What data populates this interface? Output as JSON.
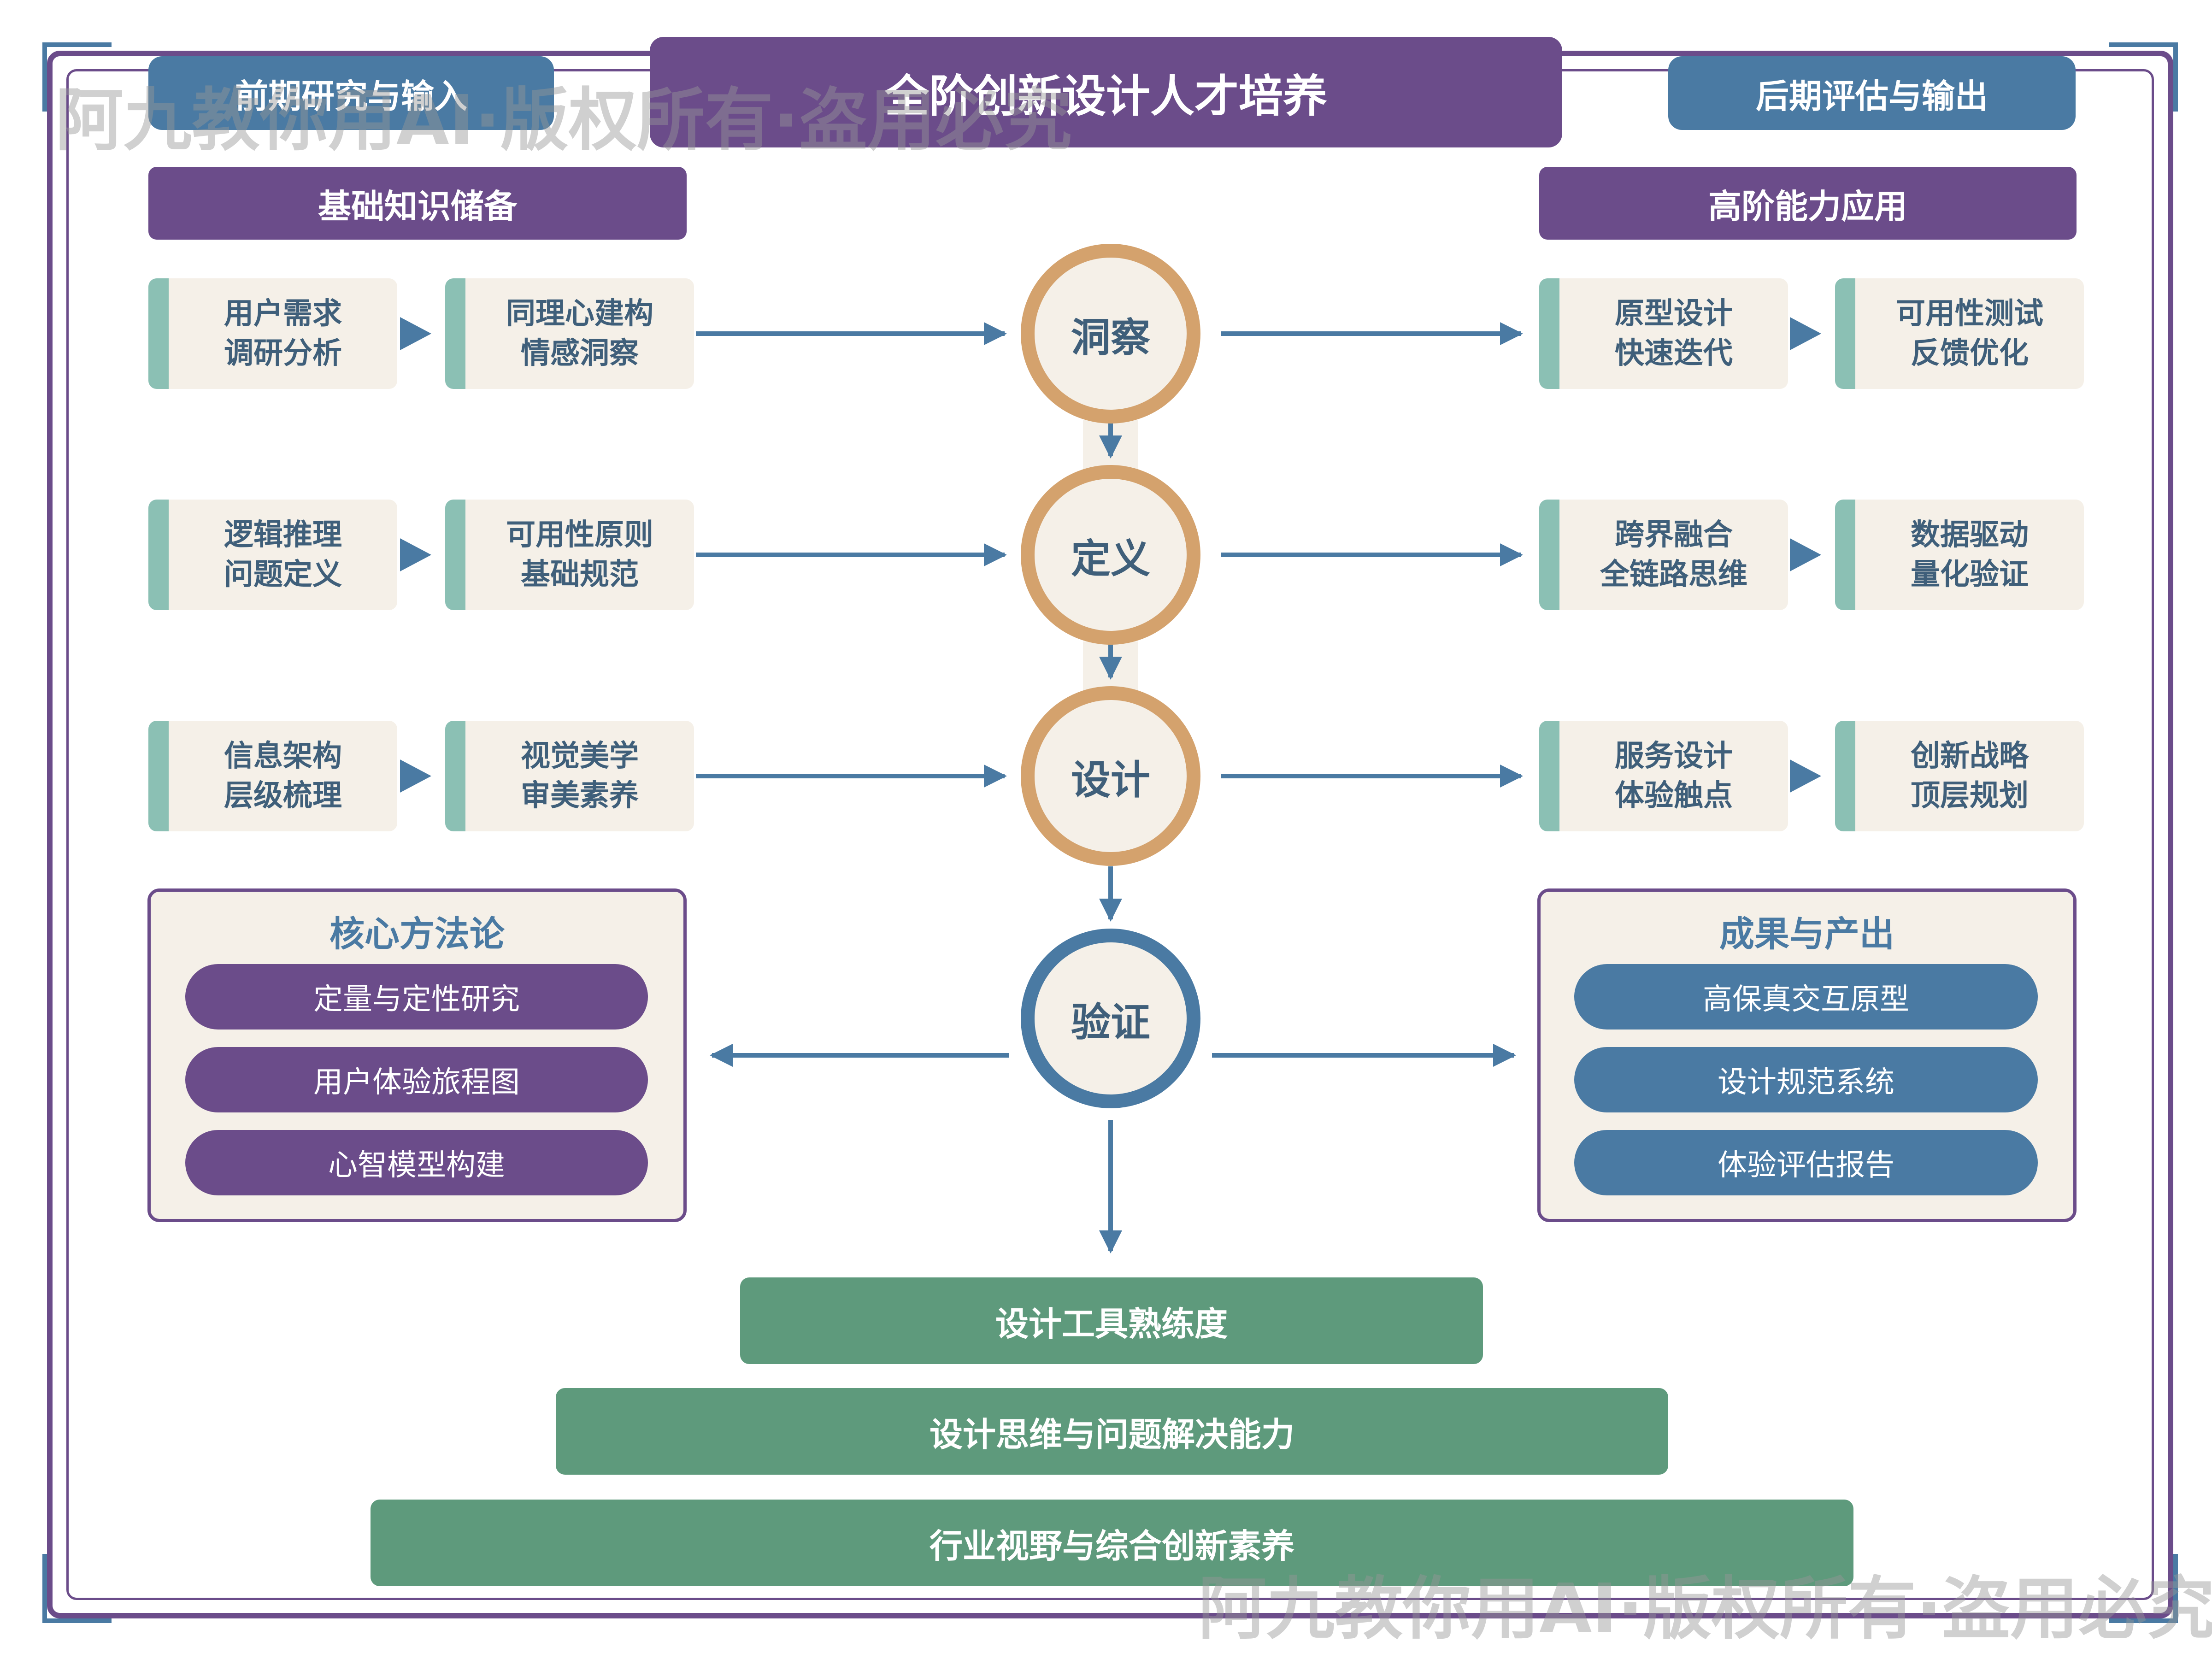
{
  "header": {
    "title": "全阶创新设计人才培养",
    "left_label": "前期研究与输入",
    "right_label": "后期评估与输出"
  },
  "left": {
    "section_title": "基础知识储备",
    "rows": [
      {
        "a": [
          "用户需求",
          "调研分析"
        ],
        "b": [
          "同理心建构",
          "情感洞察"
        ]
      },
      {
        "a": [
          "逻辑推理",
          "问题定义"
        ],
        "b": [
          "可用性原则",
          "基础规范"
        ]
      },
      {
        "a": [
          "信息架构",
          "层级梳理"
        ],
        "b": [
          "视觉美学",
          "审美素养"
        ]
      }
    ],
    "panel": {
      "title": "核心方法论",
      "items": [
        "定量与定性研究",
        "用户体验旅程图",
        "心智模型构建"
      ]
    }
  },
  "center": {
    "stages": [
      "洞察",
      "定义",
      "设计",
      "验证"
    ]
  },
  "right": {
    "section_title": "高阶能力应用",
    "rows": [
      {
        "a": [
          "原型设计",
          "快速迭代"
        ],
        "b": [
          "可用性测试",
          "反馈优化"
        ]
      },
      {
        "a": [
          "跨界融合",
          "全链路思维"
        ],
        "b": [
          "数据驱动",
          "量化验证"
        ]
      },
      {
        "a": [
          "服务设计",
          "体验触点"
        ],
        "b": [
          "创新战略",
          "顶层规划"
        ]
      }
    ],
    "panel": {
      "title": "成果与产出",
      "items": [
        "高保真交互原型",
        "设计规范系统",
        "体验评估报告"
      ]
    }
  },
  "foundation": {
    "levels": [
      "设计工具熟练度",
      "设计思维与问题解决能力",
      "行业视野与综合创新素养"
    ]
  },
  "watermark": {
    "text": "阿九教你用AI·版权所有·盗用必究"
  },
  "colors": {
    "purple": "#6b4c8a",
    "blue": "#4a7aa3",
    "teal_accent": "#8bc0b4",
    "gold_ring": "#d4a26d",
    "green": "#5e9a7c",
    "cream": "#f5f0e8"
  }
}
